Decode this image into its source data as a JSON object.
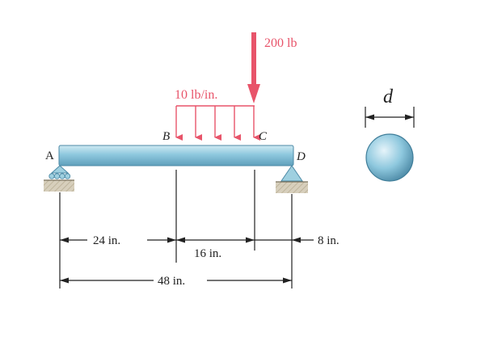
{
  "labels": {
    "point_a": "A",
    "point_b": "B",
    "point_c": "C",
    "point_d": "D",
    "diameter": "d"
  },
  "loads": {
    "point_load": "200 lb",
    "distributed_load": "10 lb/in."
  },
  "dimensions": {
    "a_to_b": "24 in.",
    "b_to_c": "16 in.",
    "c_to_d": "8 in.",
    "a_to_d": "48 in."
  },
  "colors": {
    "load": "#e8546a",
    "beam": "#8ec8de",
    "beam_edge": "#4d8aa6",
    "support": "#9fd0e0",
    "ground": "#c9c1ae",
    "line": "#222222"
  }
}
